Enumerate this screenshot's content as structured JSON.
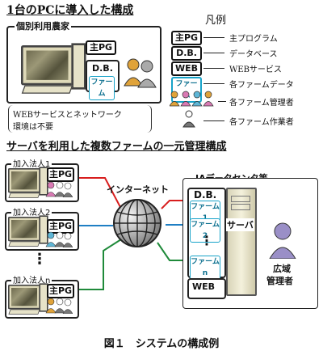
{
  "section1": {
    "title": "1台のPCに導入した構成",
    "farm_label": "個別利用農家",
    "note_line1": "WEBサービスとネットワーク",
    "note_line2": "環境は不要"
  },
  "legend": {
    "title": "凡例",
    "items": [
      {
        "tag": "主PG",
        "desc": "主プログラム"
      },
      {
        "tag": "D.B.",
        "desc": "データベース"
      },
      {
        "tag": "WEB",
        "desc": "WEBサービス"
      },
      {
        "tag": "ファーム",
        "desc": "各ファームデータ"
      },
      {
        "tag": "",
        "desc": "各ファーム管理者"
      },
      {
        "tag": "",
        "desc": "各ファーム作業者"
      }
    ]
  },
  "section2": {
    "title": "サーバを利用した複数ファームの一元管理構成",
    "corp1": "加入法人1",
    "corp2": "加入法人2",
    "corpn": "加入法人n",
    "main_pg": "主PG",
    "internet": "インターネット",
    "center": "JAデータセンタ等",
    "db": "D.B.",
    "farm1": "ファーム1",
    "farm2": "ファーム2",
    "farmn": "ファームn",
    "server": "サーバ",
    "web": "WEB",
    "admin_line1": "広域",
    "admin_line2": "管理者",
    "dots": "⋮"
  },
  "single_pc": {
    "main_pg": "主PG",
    "db": "D.B.",
    "farm": "ファーム"
  },
  "caption": "図１　システムの構成例",
  "colors": {
    "red": "#d81e1e",
    "blue": "#1f7fc4",
    "green": "#1f8a3a",
    "cyan": "#17a3c9"
  }
}
